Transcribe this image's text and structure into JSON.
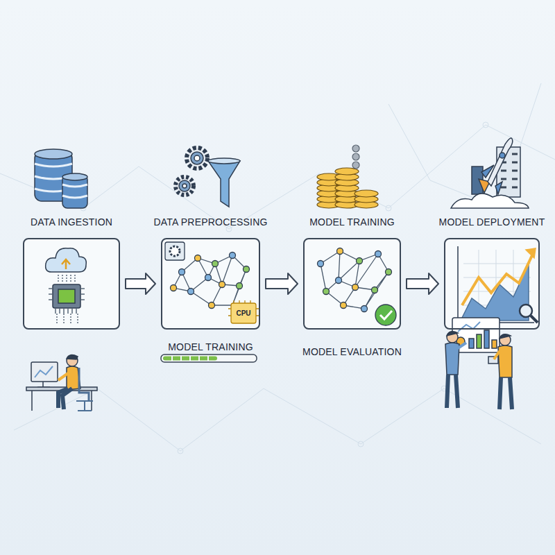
{
  "diagram": {
    "nodes": [
      {
        "text": [
          "DATA INGESTION"
        ]
      },
      {
        "text": [
          "DATA PREPROCESSING",
          "MODEL TRAINING"
        ]
      },
      {
        "text": [
          "MODEL TRAINING",
          "MODEL EVALUATION"
        ]
      },
      {
        "text": [
          "MODEL DEPLOYMENT"
        ]
      }
    ],
    "edges": [
      {
        "from": 0,
        "to": 1,
        "arrow": "to"
      },
      {
        "from": 1,
        "to": 2,
        "arrow": "to"
      },
      {
        "from": 2,
        "to": 3,
        "arrow": "to"
      }
    ],
    "labels": [
      "CPU"
    ]
  }
}
